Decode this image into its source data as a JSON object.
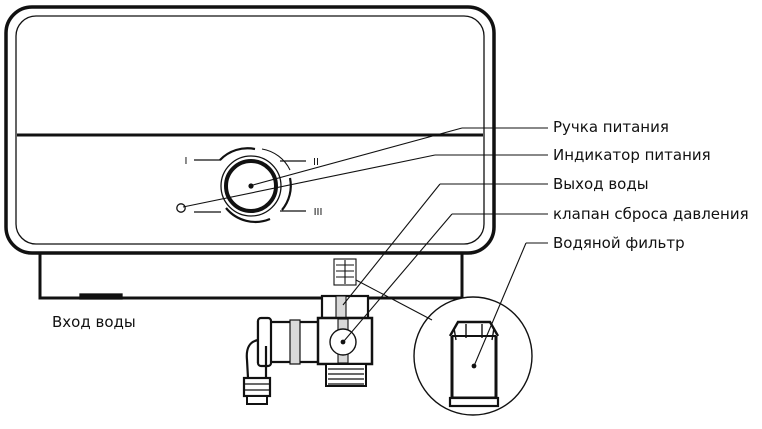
{
  "labels": {
    "power_knob": "Ручка питания",
    "power_indicator": "Индикатор питания",
    "water_outlet": "Выход воды",
    "pressure_relief_valve": "клапан сброса давления",
    "water_filter": "Водяной фильтр",
    "water_inlet": "Вход воды"
  },
  "dial": {
    "mark_1": "I",
    "mark_2": "II",
    "mark_3": "III"
  },
  "colors": {
    "line": "#111111",
    "fill": "#ffffff",
    "shade": "#d9d9d9"
  }
}
